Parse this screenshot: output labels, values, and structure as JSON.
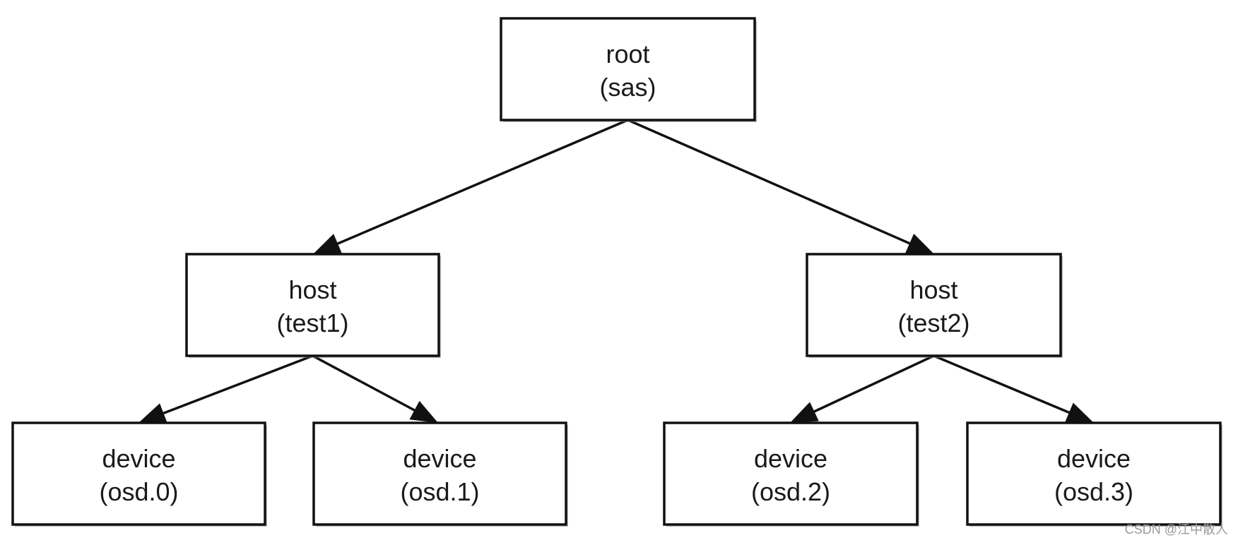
{
  "diagram": {
    "nodes": [
      {
        "id": "root",
        "line1": "root",
        "line2": "(sas)"
      },
      {
        "id": "host1",
        "line1": "host",
        "line2": "(test1)"
      },
      {
        "id": "host2",
        "line1": "host",
        "line2": "(test2)"
      },
      {
        "id": "dev0",
        "line1": "device",
        "line2": "(osd.0)"
      },
      {
        "id": "dev1",
        "line1": "device",
        "line2": "(osd.1)"
      },
      {
        "id": "dev2",
        "line1": "device",
        "line2": "(osd.2)"
      },
      {
        "id": "dev3",
        "line1": "device",
        "line2": "(osd.3)"
      }
    ],
    "edges": [
      {
        "from": "root",
        "to": "host1"
      },
      {
        "from": "root",
        "to": "host2"
      },
      {
        "from": "host1",
        "to": "dev0"
      },
      {
        "from": "host1",
        "to": "dev1"
      },
      {
        "from": "host2",
        "to": "dev2"
      },
      {
        "from": "host2",
        "to": "dev3"
      }
    ]
  },
  "watermark": "CSDN @江中散人",
  "colors": {
    "stroke": "#111111",
    "background": "#ffffff",
    "text": "#1a1a1a"
  }
}
